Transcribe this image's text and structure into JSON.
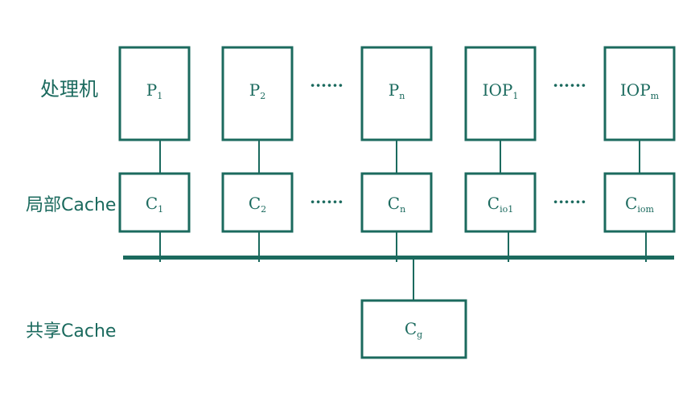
{
  "colors": {
    "line": "#1b6a5e",
    "text": "#1b6a5e",
    "background": "#ffffff"
  },
  "row_labels": {
    "processor": "处理机",
    "local_cache": "局部Cache",
    "shared_cache": "共享Cache"
  },
  "processors": [
    {
      "base": "P",
      "sub": "1"
    },
    {
      "base": "P",
      "sub": "2"
    },
    {
      "base": "P",
      "sub": "n"
    },
    {
      "base": "IOP",
      "sub": "1"
    },
    {
      "base": "IOP",
      "sub": "m"
    }
  ],
  "local_caches": [
    {
      "base": "C",
      "sub": "1"
    },
    {
      "base": "C",
      "sub": "2"
    },
    {
      "base": "C",
      "sub": "n"
    },
    {
      "base": "C",
      "sub": "io1"
    },
    {
      "base": "C",
      "sub": "iom"
    }
  ],
  "shared_cache": {
    "base": "C",
    "sub": "g"
  },
  "ellipsis": "······"
}
